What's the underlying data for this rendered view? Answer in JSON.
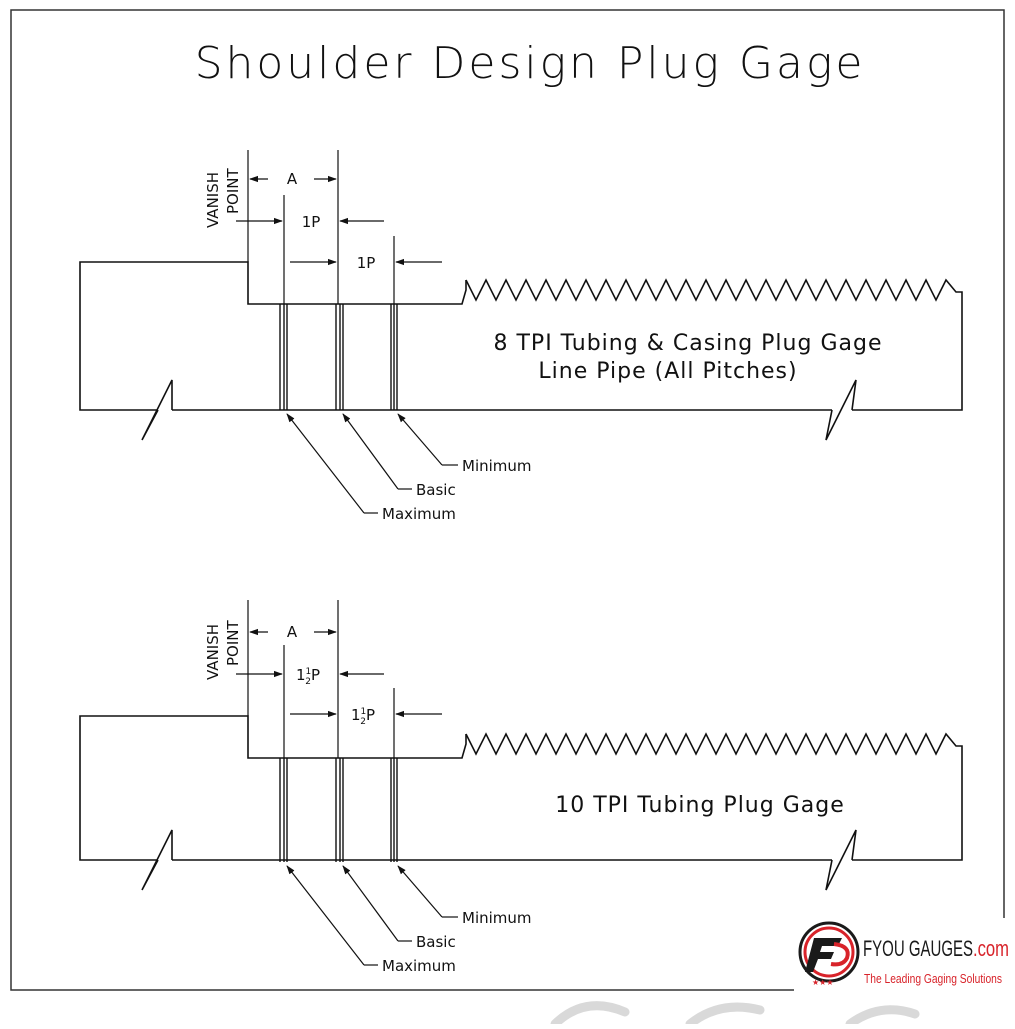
{
  "title": "Shoulder Design Plug Gage",
  "diagrams": [
    {
      "vanish_line1": "VANISH",
      "vanish_line2": "POINT",
      "dim_a": "A",
      "dim_p1": "1P",
      "dim_p2": "1P",
      "caption_line1": "8 TPI Tubing & Casing Plug Gage",
      "caption_line2": "Line Pipe (All Pitches)",
      "labels": {
        "minimum": "Minimum",
        "basic": "Basic",
        "maximum": "Maximum"
      }
    },
    {
      "vanish_line1": "VANISH",
      "vanish_line2": "POINT",
      "dim_a": "A",
      "dim_p1_whole": "1",
      "dim_p1_frac_num": "1",
      "dim_p1_frac_den": "2",
      "dim_p1_unit": "P",
      "dim_p2_whole": "1",
      "dim_p2_frac_num": "1",
      "dim_p2_frac_den": "2",
      "dim_p2_unit": "P",
      "caption_line1": "10 TPI Tubing Plug Gage",
      "labels": {
        "minimum": "Minimum",
        "basic": "Basic",
        "maximum": "Maximum"
      }
    }
  ],
  "logo": {
    "brand": "FYOU GAUGES",
    "domain": ".com",
    "tagline": "The Leading Gaging Solutions",
    "colors": {
      "red": "#d8232a",
      "dark": "#1a1a1a"
    }
  }
}
